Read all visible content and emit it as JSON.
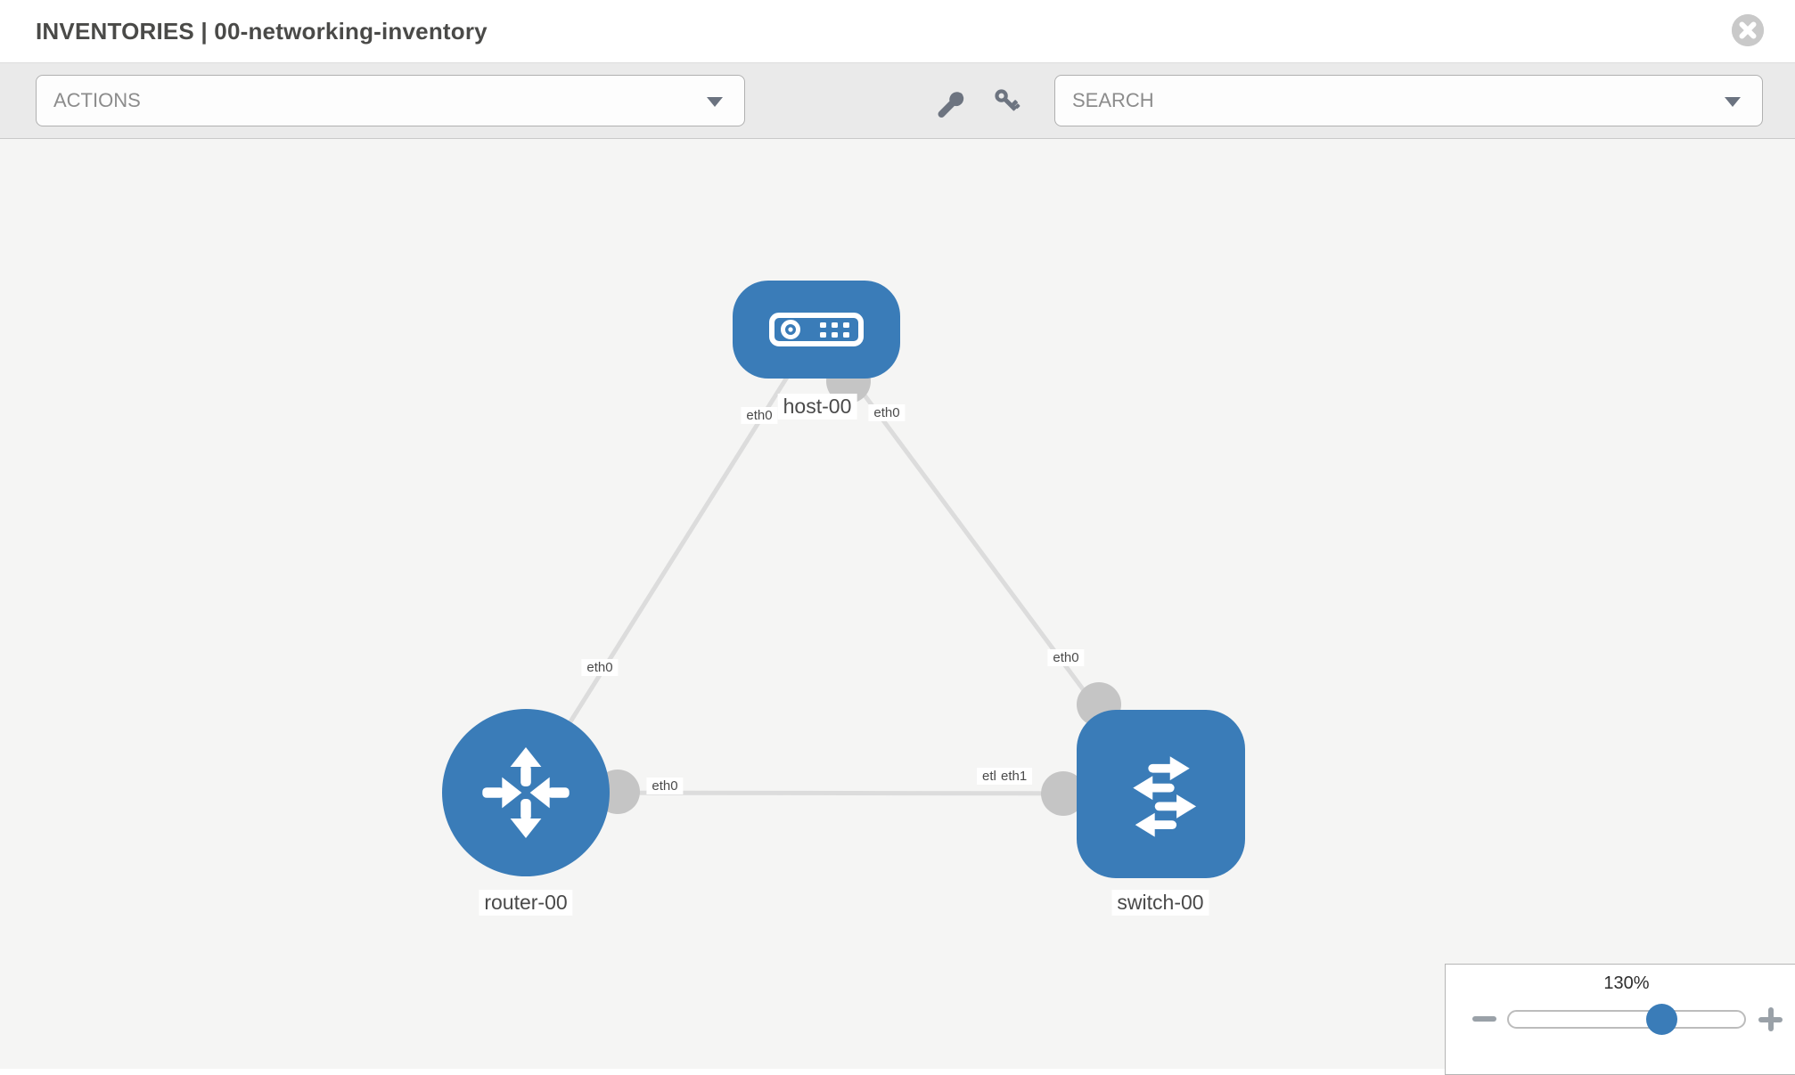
{
  "header": {
    "title": "INVENTORIES | 00-networking-inventory"
  },
  "toolbar": {
    "actions_label": "ACTIONS",
    "search_placeholder": "SEARCH"
  },
  "icons": [
    "x-circle-icon",
    "chevron-down-icon",
    "wrench-icon",
    "key-icon",
    "host-device-icon",
    "router-arrows-icon",
    "switch-arrows-icon"
  ],
  "graph": {
    "nodes": [
      {
        "id": "host-00",
        "label": "host-00",
        "type": "host"
      },
      {
        "id": "router-00",
        "label": "router-00",
        "type": "router"
      },
      {
        "id": "switch-00",
        "label": "switch-00",
        "type": "switch"
      }
    ],
    "links": [
      {
        "from": "host-00",
        "to": "router-00",
        "from_if": "eth0",
        "to_if": "eth0"
      },
      {
        "from": "host-00",
        "to": "switch-00",
        "from_if": "eth0",
        "to_if": "eth0"
      },
      {
        "from": "router-00",
        "to": "switch-00",
        "from_if": "eth0",
        "to_if": "eth1",
        "to_if_overlapped": "eth0"
      }
    ]
  },
  "zoom": {
    "level": "130%"
  },
  "colors": {
    "node_blue": "#3a7cb8",
    "link_gray": "#dcdcdc",
    "port_gray": "#c5c5c5",
    "canvas_bg": "#f5f5f4"
  }
}
